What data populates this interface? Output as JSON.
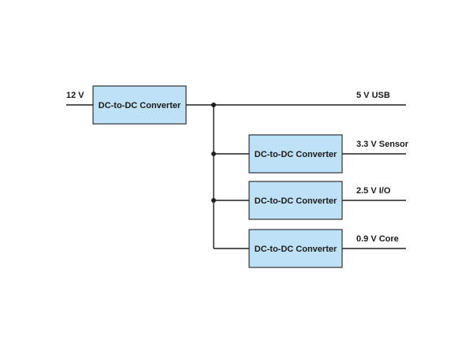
{
  "diagram": {
    "input_label": "12 V",
    "main_converter_label": "DC-to-DC Converter",
    "rail_5v_label": "5 V USB",
    "converters": [
      {
        "label": "DC-to-DC Converter",
        "output_label": "3.3 V Sensor"
      },
      {
        "label": "DC-to-DC Converter",
        "output_label": "2.5 V I/O"
      },
      {
        "label": "DC-to-DC Converter",
        "output_label": "0.9 V Core"
      }
    ]
  },
  "colors": {
    "box_fill": "#bfe1f6",
    "line": "#1f1f1f"
  }
}
